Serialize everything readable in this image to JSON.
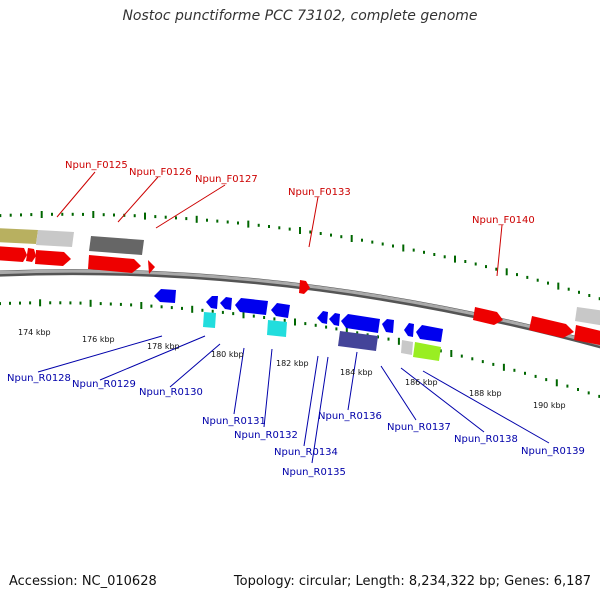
{
  "title": "Nostoc punctiforme PCC 73102, complete genome",
  "footer": {
    "accession": "Accession: NC_010628",
    "summary": "Topology: circular; Length: 8,234,322 bp; Genes: 6,187"
  },
  "colors": {
    "backbone": "#888888",
    "forward_label": "#cc0000",
    "reverse_label": "#0000aa",
    "tick_forward": "#006600",
    "tick_reverse": "#006600",
    "gene_red": "#ee0000",
    "gene_blue": "#0000ee",
    "gene_gray": "#c8c8c8",
    "gene_darkgray": "#666666",
    "gene_olive": "#b8b060",
    "gene_cyan": "#22dddd",
    "gene_navy": "#444499",
    "gene_lime": "#99ee22"
  },
  "ruler": {
    "labels": [
      "174 kbp",
      "176 kbp",
      "178 kbp",
      "180 kbp",
      "182 kbp",
      "184 kbp",
      "186 kbp",
      "188 kbp",
      "190 kbp"
    ]
  },
  "forward_labels": [
    "Npun_F0125",
    "Npun_F0126",
    "Npun_F0127",
    "Npun_F0133",
    "Npun_F0140"
  ],
  "reverse_labels": [
    "Npun_R0128",
    "Npun_R0129",
    "Npun_R0130",
    "Npun_R0131",
    "Npun_R0132",
    "Npun_R0134",
    "Npun_R0135",
    "Npun_R0136",
    "Npun_R0137",
    "Npun_R0138",
    "Npun_R0139"
  ]
}
